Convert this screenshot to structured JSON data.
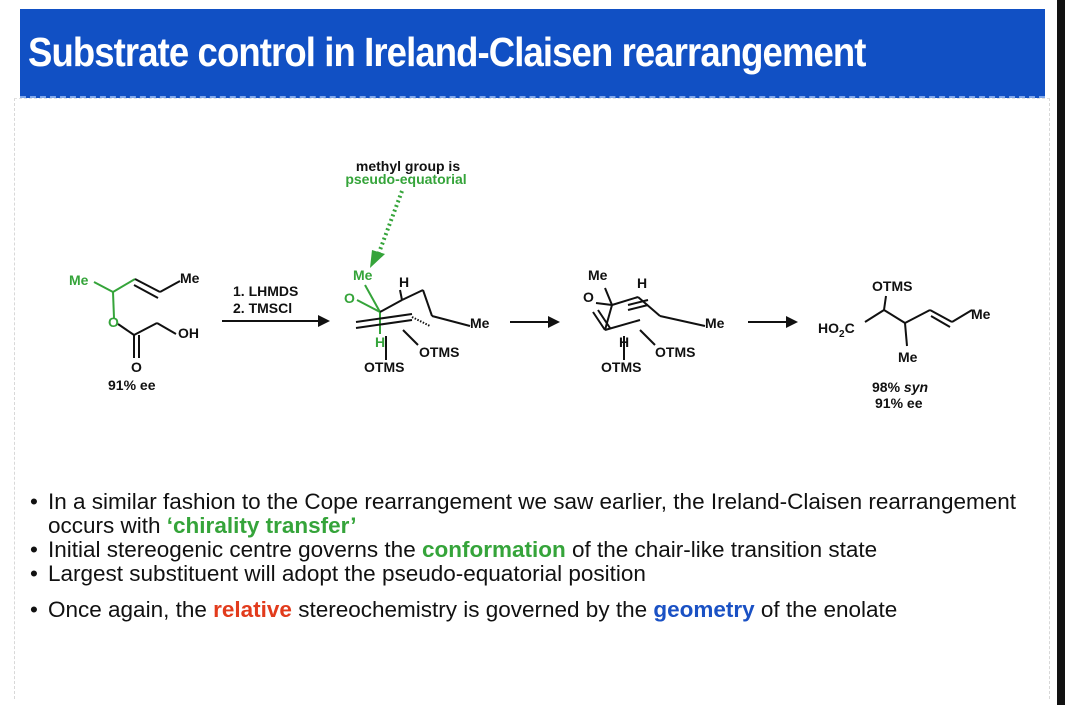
{
  "title": "Substrate control in Ireland-Claisen rearrangement",
  "colors": {
    "title_bg": "#1150c4",
    "green": "#35a43a",
    "red": "#e23b1c",
    "blue": "#1a51c4"
  },
  "scheme": {
    "note_line1": "methyl group is",
    "note_line2": "pseudo-equatorial",
    "sm": {
      "me_left": "Me",
      "me_right": "Me",
      "oh": "OH",
      "o_ester": "O",
      "o_carbonyl": "O",
      "ee": "91% ee"
    },
    "reagents": {
      "step1": "1. LHMDS",
      "step2": "2. TMSCl"
    },
    "ts1": {
      "me": "Me",
      "h_top": "H",
      "o": "O",
      "h_low": "H",
      "otms_a": "OTMS",
      "otms_b": "OTMS",
      "me_right": "Me"
    },
    "ts2": {
      "me": "Me",
      "h_top": "H",
      "o": "O",
      "h_low": "H",
      "otms_a": "OTMS",
      "otms_b": "OTMS",
      "me_right": "Me"
    },
    "product": {
      "ho2c_1": "HO",
      "ho2c_2": "2",
      "ho2c_3": "C",
      "otms": "OTMS",
      "me_right": "Me",
      "me_low": "Me",
      "syn_1": "98% ",
      "syn_2": "syn",
      "ee": "91% ee"
    }
  },
  "bullets": [
    {
      "dot": "•",
      "pre": "In a similar fashion to the Cope rearrangement we saw earlier, the Ireland-Claisen rearrangement occurs with ",
      "hl": "‘chirality transfer’",
      "post": ""
    },
    {
      "dot": "•",
      "pre": "Initial stereogenic centre governs the ",
      "hl": "conformation",
      "post": " of the chair-like transition state"
    },
    {
      "dot": "•",
      "pre": "Largest substituent will adopt the pseudo-equatorial position",
      "hl": "",
      "post": ""
    },
    {
      "dot": "•",
      "pre": "Once again, the ",
      "hl": "relative",
      "mid": " stereochemistry is governed by the ",
      "hl2": "geometry",
      "post": " of the enolate"
    }
  ]
}
